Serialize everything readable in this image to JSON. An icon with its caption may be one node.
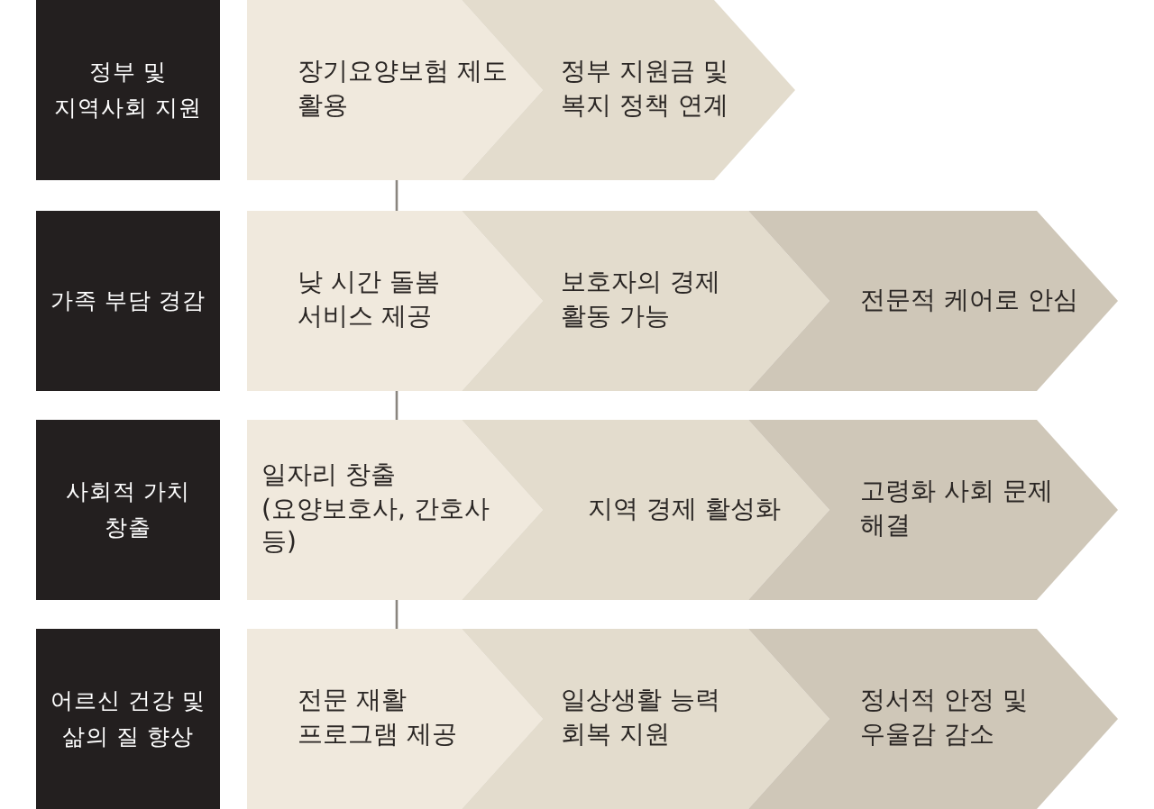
{
  "diagram": {
    "nodes": [
      {
        "text": [
          "정부 및 지역사회 지원"
        ]
      },
      {
        "text": [
          "장기요양보험 제도 활용"
        ]
      },
      {
        "text": [
          "정부 지원금 및 복지 정책 연계"
        ]
      },
      {
        "text": [
          "가족 부담 경감"
        ]
      },
      {
        "text": [
          "낮 시간 돌봄 서비스 제공"
        ]
      },
      {
        "text": [
          "보호자의 경제 활동 가능"
        ]
      },
      {
        "text": [
          "전문적 케어로 안심"
        ]
      },
      {
        "text": [
          "사회적 가치 창출"
        ]
      },
      {
        "text": [
          "일자리 창출 (요양보호사, 간호사 등)"
        ]
      },
      {
        "text": [
          "지역 경제 활성화"
        ]
      },
      {
        "text": [
          "고령화 사회 문제 해결"
        ]
      },
      {
        "text": [
          "어르신 건강 및 삶의 질 향상"
        ]
      },
      {
        "text": [
          "전문 재활 프로그램 제공"
        ]
      },
      {
        "text": [
          "일상생활 능력 회복 지원"
        ]
      },
      {
        "text": [
          "정서적 안정 및 우울감 감소"
        ]
      }
    ],
    "edges": [
      {
        "from": 1,
        "to": 4,
        "arrow": "none"
      },
      {
        "from": 4,
        "to": 8,
        "arrow": "none"
      },
      {
        "from": 8,
        "to": 12,
        "arrow": "none"
      }
    ]
  }
}
